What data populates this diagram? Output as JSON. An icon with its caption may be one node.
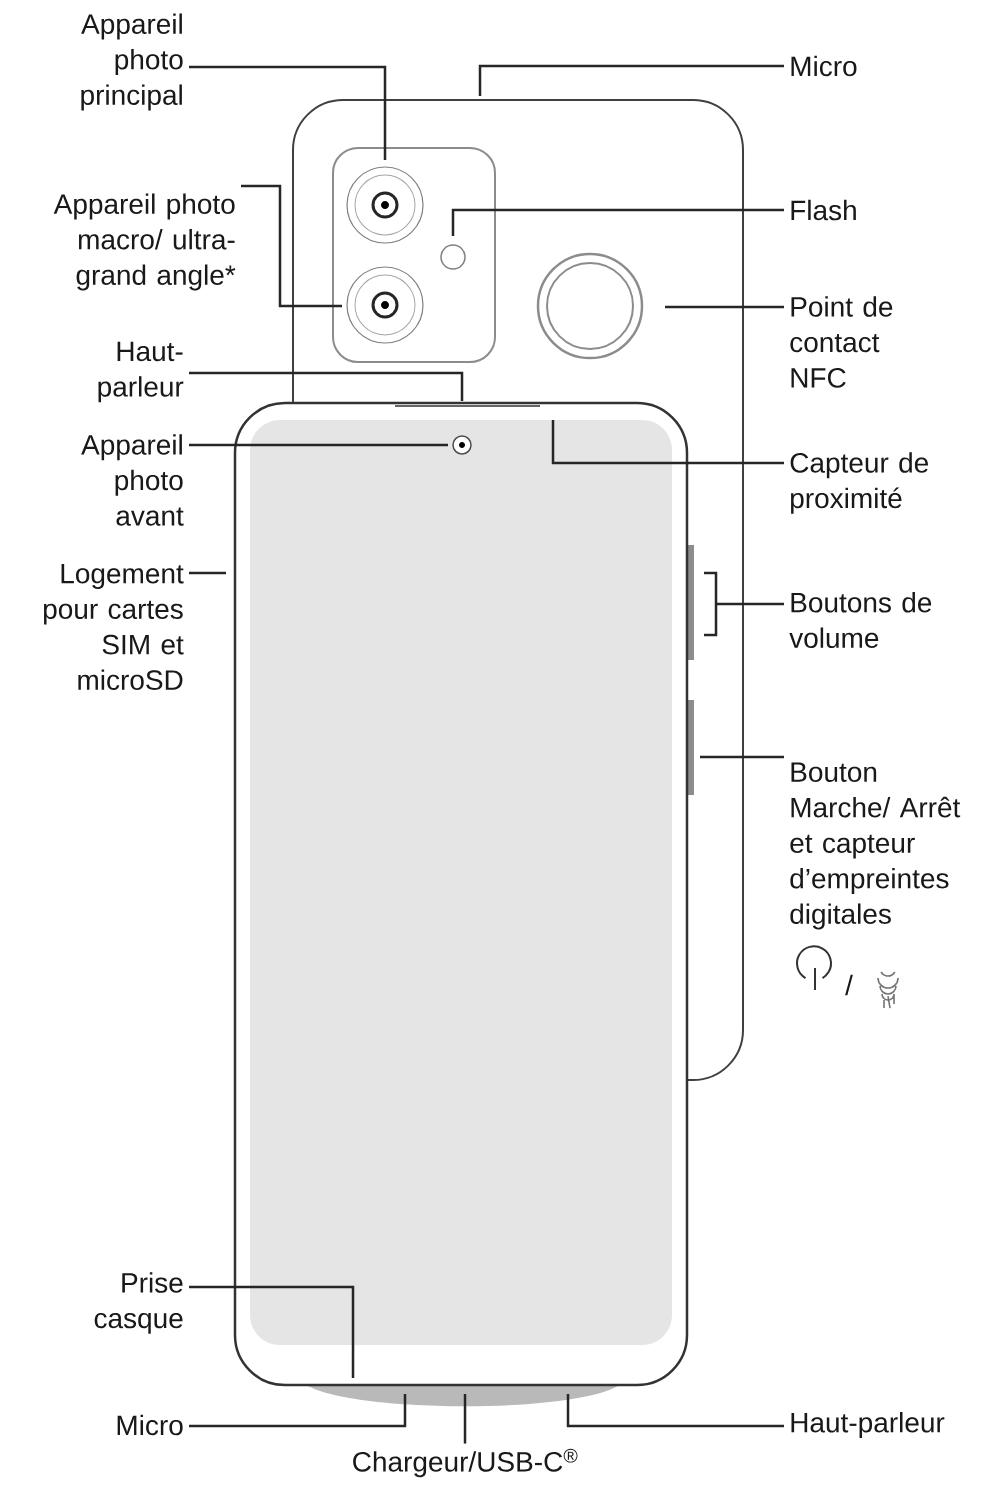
{
  "diagram": {
    "nodes": [
      {
        "text": [
          "Appareil photo principal"
        ]
      },
      {
        "text": [
          "Micro"
        ]
      },
      {
        "text": [
          "Appareil photo macro/ ultra-grand angle*"
        ]
      },
      {
        "text": [
          "Flash"
        ]
      },
      {
        "text": [
          "Point de contact NFC"
        ]
      },
      {
        "text": [
          "Haut-parleur"
        ]
      },
      {
        "text": [
          "Appareil photo avant"
        ]
      },
      {
        "text": [
          "Capteur de proximité"
        ]
      },
      {
        "text": [
          "Logement pour cartes SIM et microSD"
        ]
      },
      {
        "text": [
          "Boutons de volume"
        ]
      },
      {
        "text": [
          "Bouton Marche/ Arrêt et capteur d’empreintes digitales"
        ]
      },
      {
        "text": [
          "Prise casque"
        ]
      },
      {
        "text": [
          "Micro"
        ]
      },
      {
        "text": [
          "Chargeur/USB-C$^{®}$"
        ]
      },
      {
        "text": [
          "Haut-parleur"
        ]
      }
    ],
    "edges": [
      {
        "from": 0,
        "to": null,
        "arrow": "none"
      },
      {
        "from": 1,
        "to": null,
        "arrow": "none"
      },
      {
        "from": 2,
        "to": null,
        "arrow": "none"
      },
      {
        "from": 3,
        "to": null,
        "arrow": "none"
      },
      {
        "from": 4,
        "to": null,
        "arrow": "none"
      },
      {
        "from": 5,
        "to": null,
        "arrow": "none"
      },
      {
        "from": 6,
        "to": null,
        "arrow": "none"
      },
      {
        "from": 7,
        "to": null,
        "arrow": "none"
      },
      {
        "from": 8,
        "to": null,
        "arrow": "none"
      },
      {
        "from": 9,
        "to": null,
        "arrow": "none"
      },
      {
        "from": 10,
        "to": null,
        "arrow": "none"
      },
      {
        "from": 11,
        "to": null,
        "arrow": "none"
      },
      {
        "from": 12,
        "to": null,
        "arrow": "none"
      },
      {
        "from": 13,
        "to": null,
        "arrow": "none"
      },
      {
        "from": 14,
        "to": null,
        "arrow": "none"
      }
    ],
    "labels": [
      "/"
    ]
  }
}
